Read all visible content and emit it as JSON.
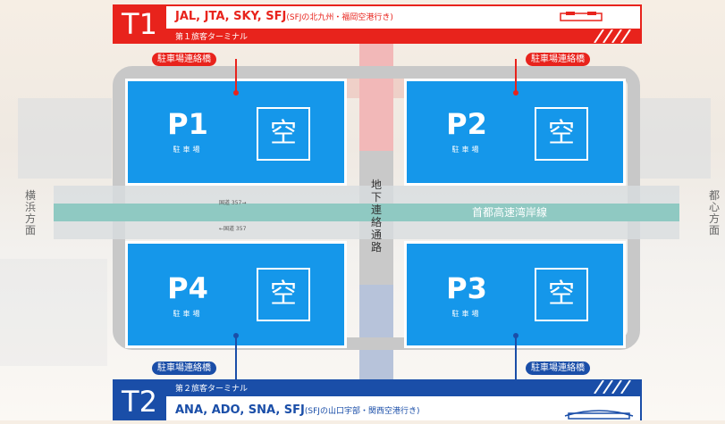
{
  "terminal1": {
    "tag": "T1",
    "airlines": "JAL, JTA, SKY, SFJ",
    "airlines_note": "(SFJの北九州・福岡空港行き)",
    "subtitle": "第１旅客ターミナル",
    "color": "#e8231c"
  },
  "terminal2": {
    "tag": "T2",
    "airlines": "ANA, ADO, SNA, SFJ",
    "airlines_note": "(SFJの山口宇部・関西空港行き)",
    "subtitle": "第２旅客ターミナル",
    "color": "#1a4ea8"
  },
  "parking": [
    {
      "name": "P1",
      "sub": "駐車場",
      "status": "空"
    },
    {
      "name": "P2",
      "sub": "駐車場",
      "status": "空"
    },
    {
      "name": "P3",
      "sub": "駐車場",
      "status": "空"
    },
    {
      "name": "P4",
      "sub": "駐車場",
      "status": "空"
    }
  ],
  "bridge_label": "駐車場連絡橋",
  "corridor_label": "地下連絡通路",
  "highway_label": "首都高速湾岸線",
  "route_east": "国道 357→",
  "route_west": "←国道 357",
  "left_direction": "横浜方面",
  "right_direction": "都心方面",
  "parking_color": "#1597ea"
}
